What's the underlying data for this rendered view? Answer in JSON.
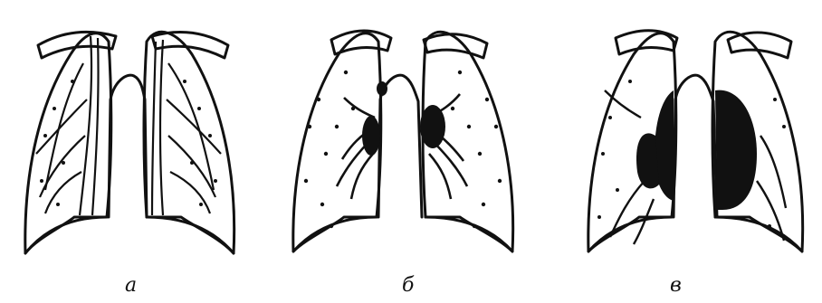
{
  "panels": [
    {
      "id": "a",
      "label": "а",
      "pattern": "diffuse-vascular-strands"
    },
    {
      "id": "b",
      "label": "б",
      "pattern": "hilar-branching-with-nodules"
    },
    {
      "id": "c",
      "label": "в",
      "pattern": "massive-hilar-mediastinal-mass"
    }
  ],
  "colors": {
    "ink": "#111111",
    "paper": "#ffffff"
  }
}
